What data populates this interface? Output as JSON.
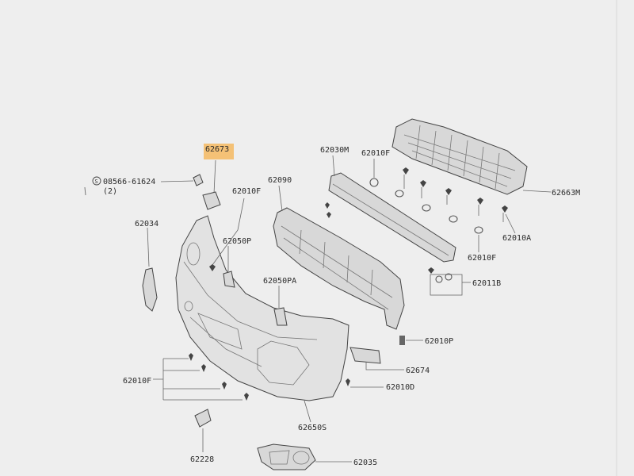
{
  "diagram": {
    "callouts": {
      "p62673": "62673",
      "p08566": "08566-61624",
      "p08566_qty": "(2)",
      "p62010F_top": "62010F",
      "p62034": "62034",
      "p62050P": "62050P",
      "p62090": "62090",
      "p62050PA": "62050PA",
      "p62030M": "62030M",
      "p62010F_mid": "62010F",
      "p62663M": "62663M",
      "p62010A": "62010A",
      "p62010F_right": "62010F",
      "p62011B": "62011B",
      "p62010P": "62010P",
      "p62674": "62674",
      "p62010D": "62010D",
      "p62010F_left": "62010F",
      "p62650S": "62650S",
      "p62228": "62228",
      "p62035": "62035"
    },
    "highlight_color": "#f4b860",
    "line_color": "#555555",
    "background": "#f0f0f0"
  }
}
